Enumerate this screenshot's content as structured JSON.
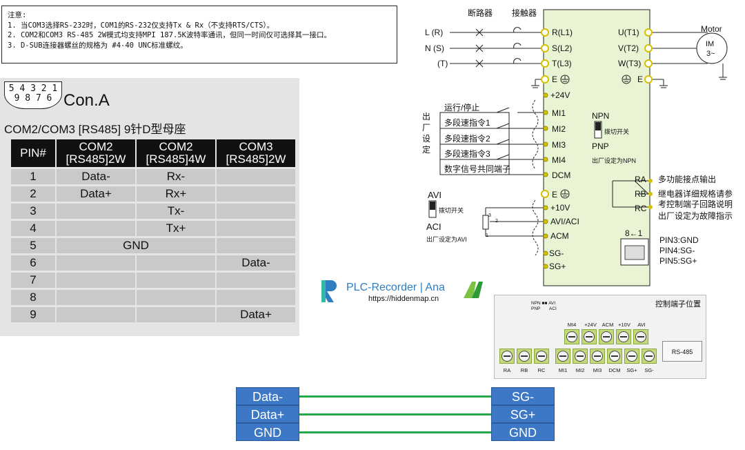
{
  "notes": {
    "title": "注意:",
    "lines": [
      "1.  当COM3选择RS-232时，COM1的RS-232仅支持Tx & Rx（不支持RTS/CTS）。",
      "2.  COM2和COM3 RS-485 2W模式均支持MPI 187.5K波特率通讯，但同一时间仅可选择其一接口。",
      "3.  D-SUB连接器螺丝的规格为 #4-40 UNC标准螺纹。"
    ]
  },
  "connector": {
    "dsub_row1": "5 4 3 2 1",
    "dsub_row2": "9 8 7 6",
    "label": "Con.A",
    "title": "COM2/COM3 [RS485] 9针D型母座",
    "headers": [
      "PIN#",
      "COM2 [RS485]2W",
      "COM2 [RS485]4W",
      "COM3 [RS485]2W"
    ],
    "rows": [
      [
        "1",
        "Data-",
        "Rx-",
        ""
      ],
      [
        "2",
        "Data+",
        "Rx+",
        ""
      ],
      [
        "3",
        "",
        "Tx-",
        ""
      ],
      [
        "4",
        "",
        "Tx+",
        ""
      ],
      [
        "5",
        "GND",
        "",
        ""
      ],
      [
        "6",
        "",
        "",
        "Data-"
      ],
      [
        "7",
        "",
        "",
        ""
      ],
      [
        "8",
        "",
        "",
        ""
      ],
      [
        "9",
        "",
        "",
        "Data+"
      ]
    ]
  },
  "logo": {
    "text": "PLC-Recorder | Ana",
    "url": "https://hiddenmap.cn"
  },
  "diagram": {
    "breaker": "断路器",
    "contactor": "接触器",
    "phases": [
      "L  (R)",
      "N  (S)",
      "(T)"
    ],
    "inputs": [
      "R(L1)",
      "S(L2)",
      "T(L3)"
    ],
    "outputs": [
      "U(T1)",
      "V(T2)",
      "W(T3)"
    ],
    "ground": "E",
    "motor": "Motor",
    "motor_im": "IM",
    "motor_phase": "3~",
    "p24v": "+24V",
    "di_terms": [
      "MI1",
      "MI2",
      "MI3",
      "MI4",
      "DCM"
    ],
    "di_labels": [
      "运行/停止",
      "多段速指令1",
      "多段速指令2",
      "多段速指令3",
      "数字信号共同端子"
    ],
    "factory_set": [
      "出",
      "厂",
      "设",
      "定"
    ],
    "npn": "NPN",
    "pnp": "PNP",
    "dip_switch": "拨切开关",
    "npn_default": "出厂设定为NPN",
    "relay": [
      "RA",
      "RB",
      "RC"
    ],
    "relay_desc": [
      "多功能接点输出",
      "继电器详细规格请参",
      "考控制端子回路说明",
      "出厂设定为故障指示"
    ],
    "avi": "AVI",
    "aci": "ACI",
    "avi_switch": "拨切开关",
    "avi_default": "出厂设定为AVI",
    "analog_terms": [
      "+10V",
      "AVI/ACI",
      "ACM"
    ],
    "pot_pins": [
      "3",
      "2",
      "1"
    ],
    "sg_terms": [
      "SG-",
      "SG+"
    ],
    "rj45": "8←1",
    "rj45_pins": [
      "PIN3:GND",
      "PIN4:SG-",
      "PIN5:SG+"
    ]
  },
  "terminal_block": {
    "title": "控制端子位置",
    "npn": "NPN",
    "pnp": "PNP",
    "avi": "AVI",
    "aci": "ACI",
    "top_labels": [
      "MI4",
      "+24V",
      "ACM",
      "+10V",
      "AVI"
    ],
    "bottom_labels": [
      "RA",
      "RB",
      "RC",
      "MI1",
      "MI2",
      "MI3",
      "DCM",
      "SG+",
      "SG-"
    ],
    "rs485": "RS-485"
  },
  "bottom_wiring": {
    "left": [
      "Data-",
      "Data+",
      "GND"
    ],
    "right": [
      "SG-",
      "SG+",
      "GND"
    ]
  },
  "colors": {
    "blue_box": "#3d78c6",
    "wire_green": "#23a84a",
    "vfd_body": "#e8f4d4",
    "terminal_yellow": "#d6c100",
    "terminal_green": "#c4d97a"
  }
}
